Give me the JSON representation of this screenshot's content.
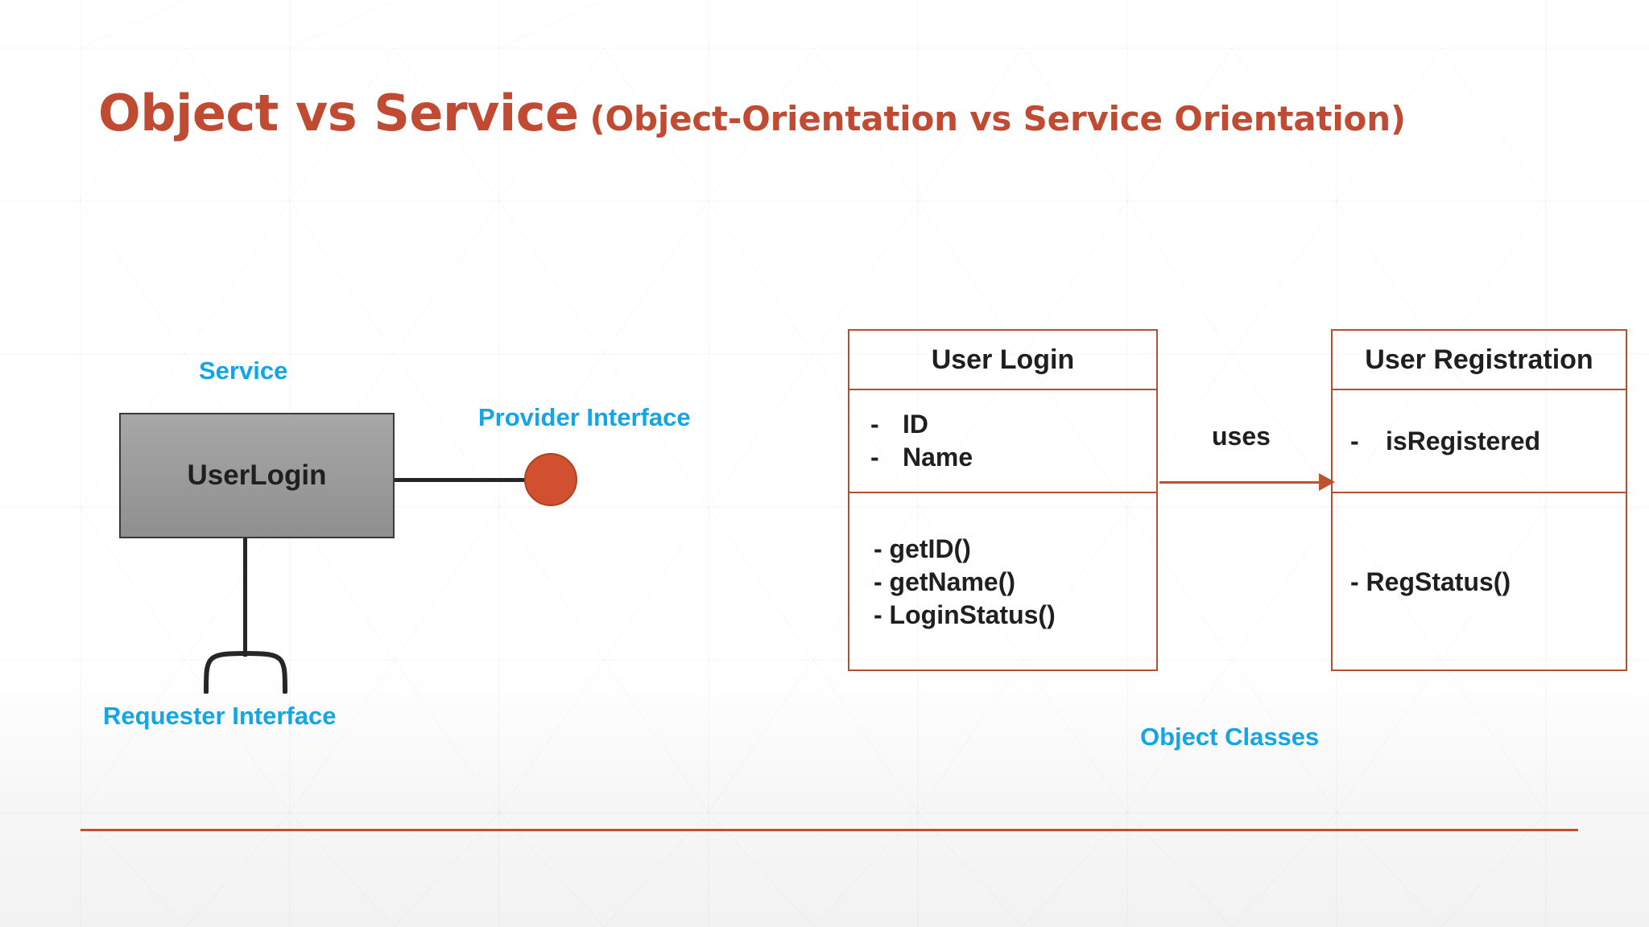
{
  "slide": {
    "title_main": "Object vs Service",
    "title_sub": "(Object-Orientation vs Service Orientation)",
    "accent_color": "#C04B32",
    "label_color": "#12A5E8",
    "class_border_color": "#B3502F",
    "service_fill_color": "#9a9a9a",
    "provider_ball_color": "#D1502F"
  },
  "service_side": {
    "service_label": "Service",
    "component_name": "UserLogin",
    "provider_interface_label": "Provider Interface",
    "requester_interface_label": "Requester Interface",
    "provider_icon": "ball-lollipop-icon",
    "requester_icon": "socket-arc-icon"
  },
  "object_side": {
    "group_label": "Object Classes",
    "relationship_label": "uses",
    "relationship_icon": "arrow-right-icon",
    "classes": [
      {
        "name": "User Login",
        "attributes": [
          {
            "visibility": "-",
            "text": "ID"
          },
          {
            "visibility": "-",
            "text": "Name"
          }
        ],
        "operations": [
          {
            "text": "- getID()"
          },
          {
            "text": "- getName()"
          },
          {
            "text": "-  LoginStatus()"
          }
        ]
      },
      {
        "name": "User Registration",
        "attributes": [
          {
            "visibility": "-",
            "text": "isRegistered"
          }
        ],
        "operations": [
          {
            "text": "- RegStatus()"
          }
        ]
      }
    ]
  }
}
